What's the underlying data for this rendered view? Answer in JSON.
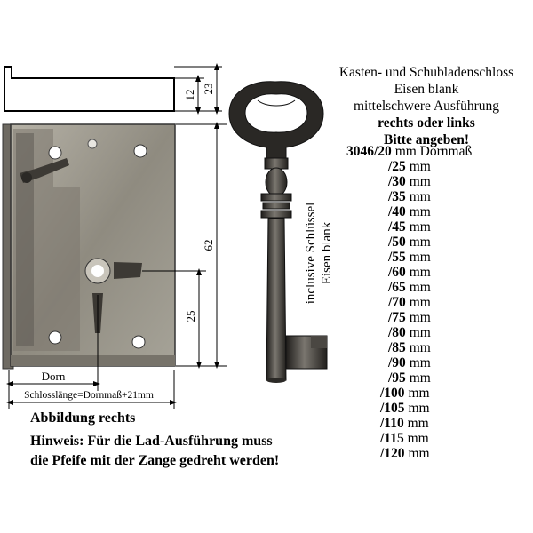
{
  "product": {
    "line1": "Kasten- und Schubladenschloss",
    "line2": "Eisen blank",
    "line3": "mittelschwere Ausführung",
    "line4": "rechts oder links",
    "line5": "Bitte angeben!"
  },
  "sizes": {
    "first_code": "3046/20",
    "first_suffix": "mm Dornmaß",
    "unit": "mm",
    "items": [
      "/25",
      "/30",
      "/35",
      "/40",
      "/45",
      "/50",
      "/55",
      "/60",
      "/65",
      "/70",
      "/75",
      "/80",
      "/85",
      "/90",
      "/95",
      "/100",
      "/105",
      "/110",
      "/115",
      "/120"
    ]
  },
  "dimensions": {
    "d12": "12",
    "d23": "23",
    "d62": "62",
    "d25": "25",
    "dorn": "Dorn",
    "schlosslaenge": "Schlosslänge=Dornmaß+21mm"
  },
  "key_label": {
    "line1": "inclusive Schlüssel",
    "line2": "Eisen blank"
  },
  "captions": {
    "abbildung": "Abbildung rechts",
    "hinweis1": "Hinweis: Für die Lad-Ausführung muss",
    "hinweis2": "die Pfeife mit der Zange gedreht werden!"
  }
}
